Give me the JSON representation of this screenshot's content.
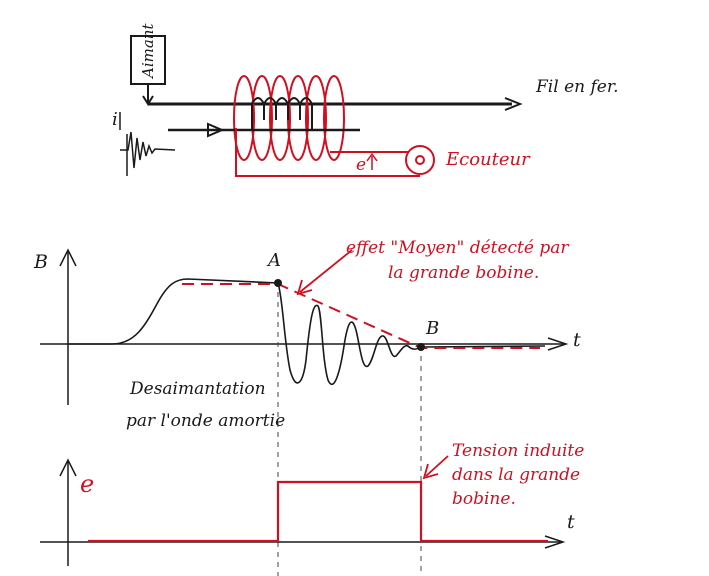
{
  "colors": {
    "black_ink": "#1a1a1a",
    "red_ink": "#d01020",
    "paper": "#ffffff"
  },
  "top_sketch": {
    "magnet_label": "Aimant",
    "wire_label": "Fil en fer.",
    "current_label": "i",
    "emf_label": "e",
    "earphone_label": "Ecouteur"
  },
  "b_graph": {
    "axis_y_label": "B",
    "axis_x_label": "t",
    "point_a": "A",
    "point_b": "B",
    "annotation_top": [
      "effet \"Moyen\" détecté par",
      "la grande bobine."
    ],
    "annotation_bottom": [
      "Desaimantation",
      "par l'onde amortie"
    ]
  },
  "e_graph": {
    "axis_y_label": "e",
    "axis_x_label": "t",
    "annotation": [
      "Tension induite",
      "dans la grande",
      "bobine."
    ]
  }
}
